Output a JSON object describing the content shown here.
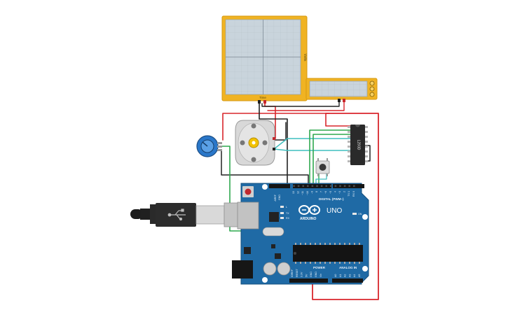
{
  "canvas": {
    "background": "#ffffff"
  },
  "colors": {
    "wire_red": "#d9262c",
    "wire_black": "#222222",
    "wire_green": "#2fa84f",
    "wire_teal": "#3fbfbf",
    "board_blue": "#1f6aa5",
    "scope_frame": "#f0b323",
    "scope_screen": "#c9d4dc",
    "motor_body": "#d8d8d8",
    "motor_accent": "#f2c200",
    "pot_blue": "#2a77c9"
  },
  "oscilloscope": {
    "axis_y_label": "Volts",
    "axis_x_label": "Time"
  },
  "ic": {
    "label": "L293D"
  },
  "arduino": {
    "model": "UNO",
    "brand": "ARDUINO",
    "digital_header_label": "DIGITAL (PWM~)",
    "analog_header_label": "ANALOG IN",
    "power_header_label": "POWER",
    "on_label": "ON",
    "aref_label": "AREF",
    "gnd_label": "GND",
    "tx_label": "TX",
    "rx_label": "RX",
    "l_label": "L",
    "digital_pins": [
      "13",
      "12",
      "~11",
      "~10",
      "~9",
      "8",
      "7",
      "~6",
      "~5",
      "4",
      "~3",
      "2",
      "TX 1",
      "RX 0"
    ],
    "power_pins": [
      "IOREF",
      "RESET",
      "3.3V",
      "5V",
      "GND",
      "GND",
      "Vin"
    ],
    "analog_pins": [
      "A0",
      "A1",
      "A2",
      "A3",
      "A4",
      "A5"
    ]
  },
  "usb_cable": {
    "icon": "usb-icon"
  },
  "motor": {
    "icon": "gear-icon"
  },
  "pushbutton": {
    "icon": "button-icon"
  },
  "potentiometer": {
    "icon": "knob-icon"
  }
}
